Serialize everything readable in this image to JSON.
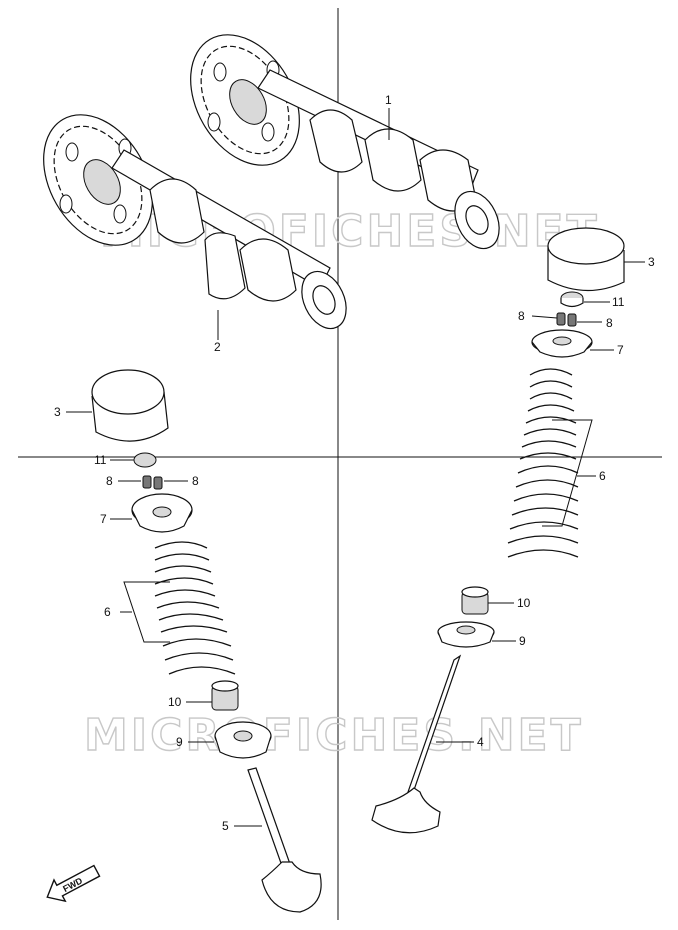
{
  "watermark": {
    "top": "MICROFICHES.NET",
    "bottom": "MICROFICHES.NET"
  },
  "fwd_label": "FWD",
  "callouts": {
    "c1": "1",
    "c2": "2",
    "c3_right": "3",
    "c11_right": "11",
    "c8_right_a": "8",
    "c8_right_b": "8",
    "c7_right": "7",
    "c6_right": "6",
    "c10_right": "10",
    "c9_right": "9",
    "c4": "4",
    "c3_left": "3",
    "c11_left": "11",
    "c8_left_a": "8",
    "c8_left_b": "8",
    "c7_left": "7",
    "c6_left": "6",
    "c10_left": "10",
    "c9_left": "9",
    "c5": "5"
  }
}
